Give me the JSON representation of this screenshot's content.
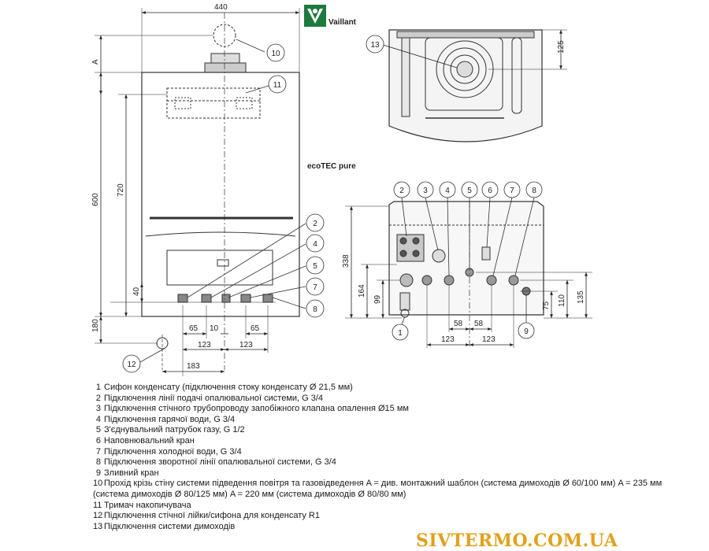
{
  "brand": {
    "name": "Vaillant",
    "model": "ecoTEC pure"
  },
  "front_view": {
    "dimensions": {
      "width": "440",
      "a_label": "A",
      "height_600": "600",
      "height_720": "720",
      "d40": "40",
      "d180": "180",
      "d65_left": "65",
      "d10": "10",
      "d65_right": "65",
      "d123_left": "123",
      "d123_right": "123",
      "d183": "183"
    },
    "callouts": [
      "10",
      "11",
      "2",
      "4",
      "5",
      "7",
      "8",
      "12"
    ]
  },
  "top_view": {
    "dimensions": {
      "d125": "125"
    },
    "callouts": [
      "13"
    ]
  },
  "bottom_view": {
    "dimensions": {
      "d338": "338",
      "d164": "164",
      "d99": "99",
      "d58_left": "58",
      "d58_right": "58",
      "d123_left": "123",
      "d123_right": "123",
      "d75": "75",
      "d110": "110",
      "d135": "135"
    },
    "callouts_top": [
      "2",
      "3",
      "4",
      "5",
      "6",
      "7",
      "8"
    ],
    "callouts_bottom": [
      "1",
      "9"
    ]
  },
  "legend": [
    {
      "num": "1",
      "text": "Сифон конденсату (підключення стоку конденсату Ø 21,5 мм)"
    },
    {
      "num": "2",
      "text": "Підключення лінії подачі опалювальної системи, G 3/4"
    },
    {
      "num": "3",
      "text": "Підключення стічного трубопроводу запобіжного клапана опалення Ø15 мм"
    },
    {
      "num": "4",
      "text": "Підключення гарячої води, G 3/4"
    },
    {
      "num": "5",
      "text": "З'єднувальний патрубок газу, G 1/2"
    },
    {
      "num": "6",
      "text": "Наповнювальний кран"
    },
    {
      "num": "7",
      "text": "Підключення холодної води, G 3/4"
    },
    {
      "num": "8",
      "text": "Підключення зворотної лінії опалювальної системи, G 3/4"
    },
    {
      "num": "9",
      "text": "Зливний кран"
    },
    {
      "num": "10",
      "text": "Прохід крізь стіну системи підведення повітря та газовідведення A = див. монтажний шаблон (система димоходів Ø 60/100 мм) A = 235 мм (система димоходів Ø 80/125 мм) A = 220 мм (система димоходів Ø 80/80 мм)"
    },
    {
      "num": "11",
      "text": "Тримач накопичувача"
    },
    {
      "num": "12",
      "text": "Підключення стічної лійки/сифона для конденсату R1"
    },
    {
      "num": "13",
      "text": "Підключення системи димоходів"
    }
  ],
  "website": "SIVTERMO.COM.UA"
}
